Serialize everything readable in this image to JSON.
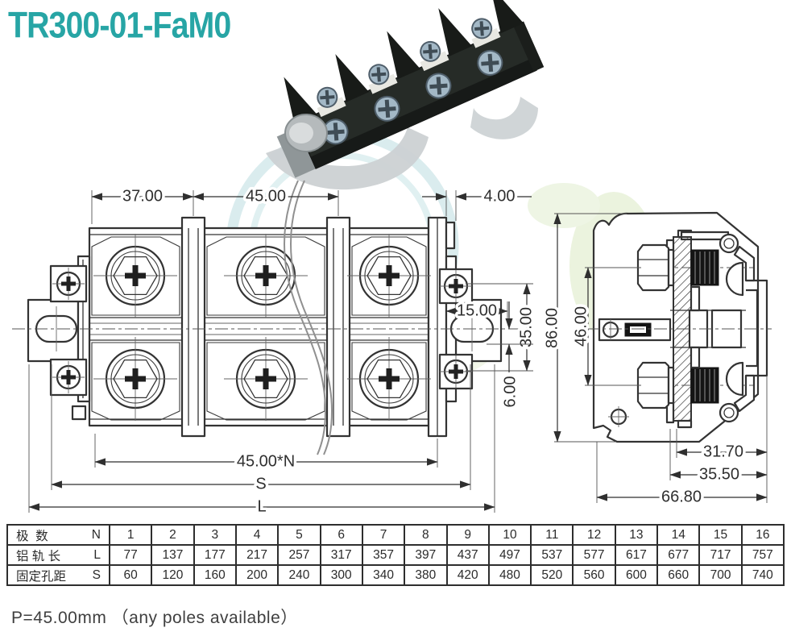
{
  "title": "TR300-01-FaM0",
  "colors": {
    "accent_teal": "#27a5a5",
    "line": "#333333",
    "watermark_teal": "#d3e9eb",
    "watermark_green": "#ebf3de"
  },
  "front_view": {
    "dims": {
      "end_segment": "37.00",
      "pole_pitch": "45.00",
      "gap": "4.00",
      "end_hole_offset": "15.00",
      "mount_height": "35.00",
      "slot_offset": "6.00",
      "total_pitch": "45.00*N",
      "hole_span_symbol": "S",
      "rail_length_symbol": "L"
    }
  },
  "side_view": {
    "dims": {
      "overall_height": "86.00",
      "bolt_spacing": "46.00",
      "depth_a": "31.70",
      "depth_b": "35.50",
      "overall_depth": "66.80"
    }
  },
  "spec_table": {
    "rows": [
      {
        "label": "极  数",
        "symbol": "N",
        "values": [
          1,
          2,
          3,
          4,
          5,
          6,
          7,
          8,
          9,
          10,
          11,
          12,
          13,
          14,
          15,
          16
        ]
      },
      {
        "label": "铝 轨 长",
        "symbol": "L",
        "values": [
          77,
          137,
          177,
          217,
          257,
          317,
          357,
          397,
          437,
          497,
          537,
          577,
          617,
          677,
          717,
          757
        ]
      },
      {
        "label": "固定孔距",
        "symbol": "S",
        "values": [
          60,
          120,
          160,
          200,
          240,
          300,
          340,
          380,
          420,
          480,
          520,
          560,
          600,
          660,
          700,
          740
        ]
      }
    ]
  },
  "footer": {
    "note": "P=45.00mm （any poles available）"
  }
}
